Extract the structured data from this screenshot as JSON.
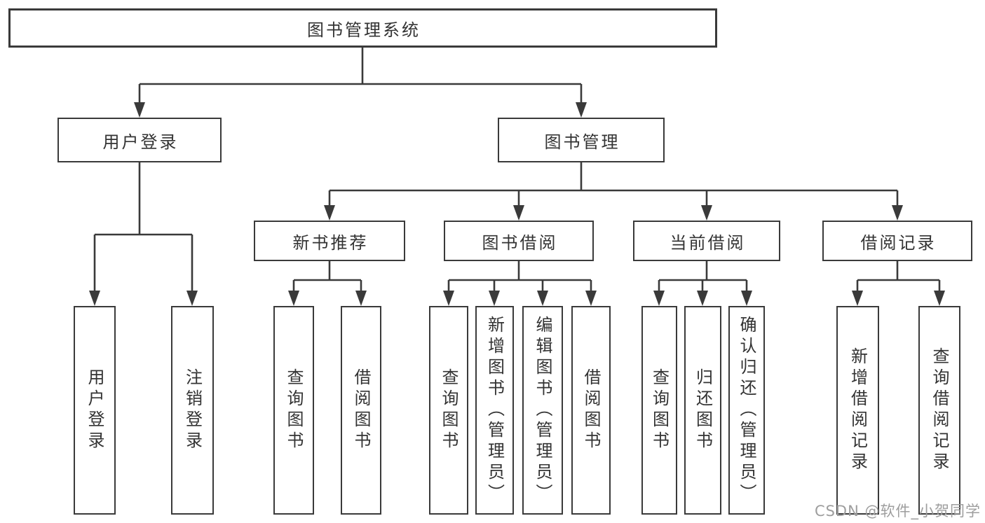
{
  "tree": {
    "root": {
      "label": "图书管理系统"
    },
    "branches": [
      {
        "label": "用户登录",
        "children": [
          {
            "label": "用户登录"
          },
          {
            "label": "注销登录"
          }
        ]
      },
      {
        "label": "图书管理",
        "children": [
          {
            "label": "新书推荐",
            "children": [
              {
                "label": "查询图书"
              },
              {
                "label": "借阅图书"
              }
            ]
          },
          {
            "label": "图书借阅",
            "children": [
              {
                "label": "查询图书"
              },
              {
                "label": "新增图书（管理员）"
              },
              {
                "label": "编辑图书（管理员）"
              },
              {
                "label": "借阅图书"
              }
            ]
          },
          {
            "label": "当前借阅",
            "children": [
              {
                "label": "查询图书"
              },
              {
                "label": "归还图书"
              },
              {
                "label": "确认归还（管理员）"
              }
            ]
          },
          {
            "label": "借阅记录",
            "children": [
              {
                "label": "新增借阅记录"
              },
              {
                "label": "查询借阅记录"
              }
            ]
          }
        ]
      }
    ]
  },
  "watermark": "CSDN @软件_小贺同学",
  "colors": {
    "line": "#3a3a3a",
    "text": "#333333",
    "watermark": "#9e9e9e",
    "background": "#ffffff"
  }
}
